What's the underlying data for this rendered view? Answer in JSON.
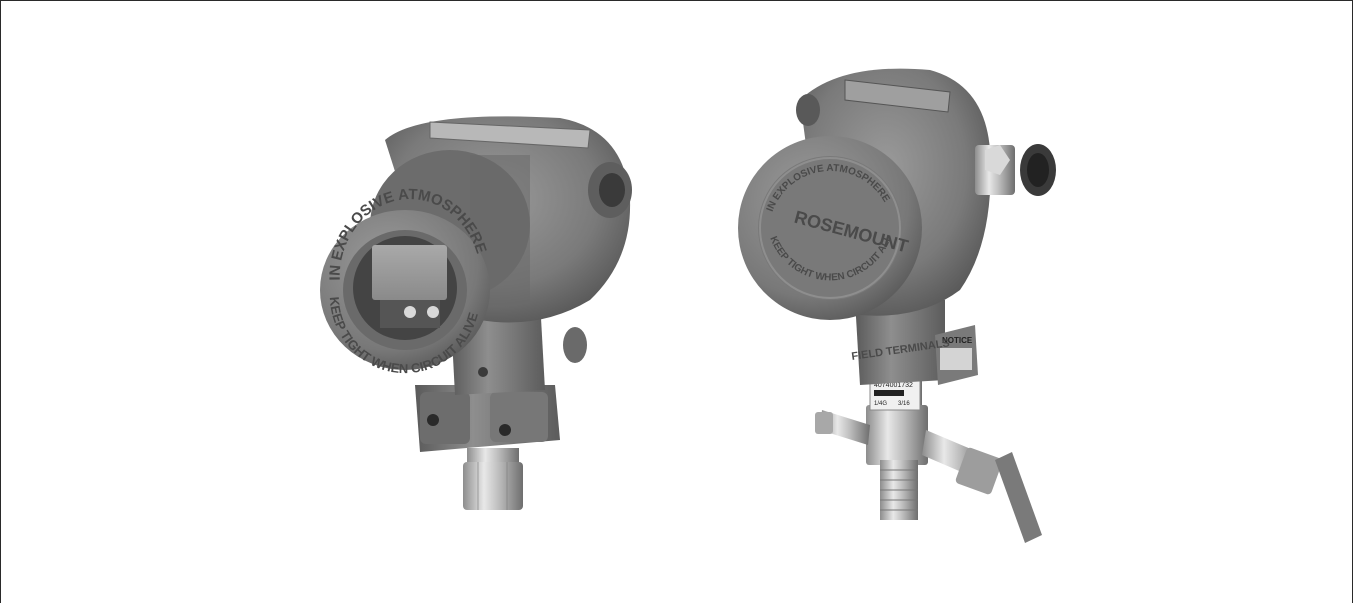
{
  "image": {
    "background": "#ffffff",
    "border_color": "#2a2a2a",
    "housing_color": "#7d7d7d",
    "steel_color": "#c9c9c9"
  },
  "transmitter_left": {
    "cover_top_text": "IN EXPLOSIVE ATMOSPHERE",
    "cover_bottom_text": "KEEP TIGHT WHEN CIRCUIT ALIVE"
  },
  "transmitter_right": {
    "cover_brand": "ROSEMOUNT",
    "cover_top_text": "IN EXPLOSIVE ATMOSPHERE",
    "cover_bottom_text": "KEEP TIGHT WHEN CIRCUIT ALIVE",
    "terminals_text": "FIELD TERMINALS",
    "notice_label": "NOTICE",
    "tag_line1": "4074001732",
    "tag_line2": "1/4G",
    "tag_line3": "3/16"
  }
}
